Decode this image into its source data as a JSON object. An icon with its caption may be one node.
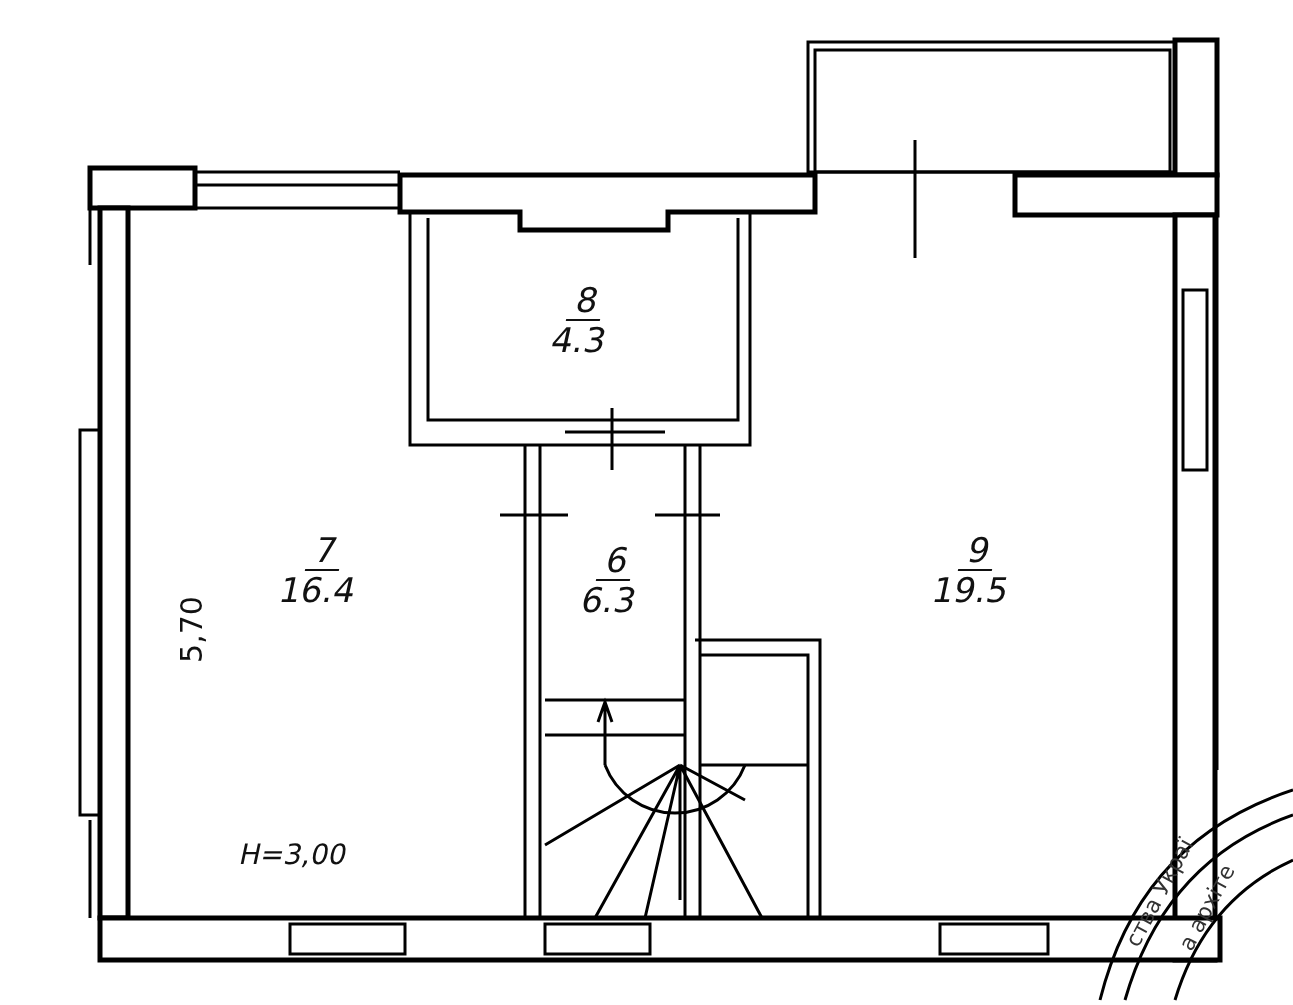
{
  "diagram": {
    "nodes": [
      {
        "text": [
          "8",
          "4.3"
        ]
      },
      {
        "text": [
          "7",
          "16.4"
        ]
      },
      {
        "text": [
          "6",
          "6.3"
        ]
      },
      {
        "text": [
          "9",
          "19.5"
        ]
      }
    ],
    "labels": [
      "5,70",
      "H=3,00",
      "ства Украї",
      "а архіте"
    ]
  }
}
